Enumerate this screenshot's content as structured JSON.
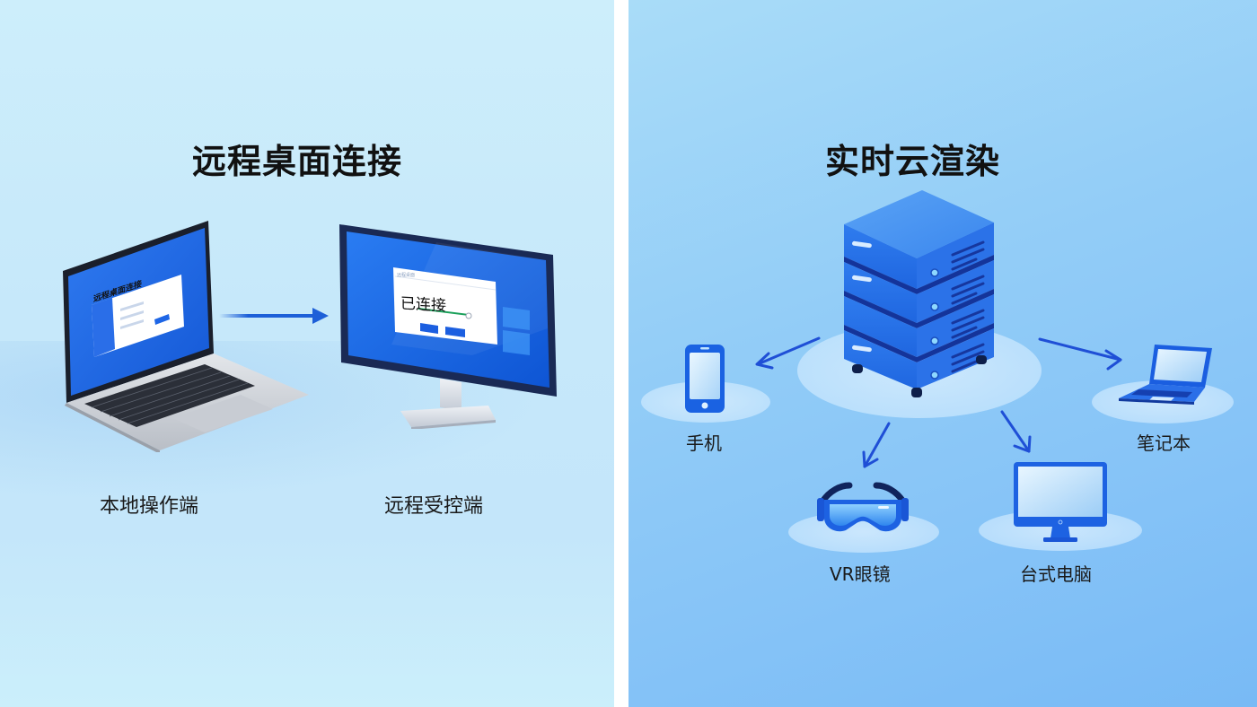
{
  "left_panel": {
    "title": "远程桌面连接",
    "local_label": "本地操作端",
    "remote_label": "远程受控端",
    "laptop_screen": {
      "dialog_title": "远程桌面连接",
      "note": "stylized dialog with illegible form fields and a blue connect button"
    },
    "monitor_screen": {
      "dialog_status": "已连接",
      "progress_color": "#1aa05a",
      "note": "dialog with green progress slider and two blue buttons"
    },
    "arrow_color": "#1d5fd8"
  },
  "right_panel": {
    "title": "实时云渲染",
    "center_icon": "server-stack-icon",
    "devices": [
      {
        "id": "phone",
        "label": "手机",
        "icon": "smartphone-icon"
      },
      {
        "id": "vr",
        "label": "VR眼镜",
        "icon": "vr-headset-icon"
      },
      {
        "id": "desktop",
        "label": "台式电脑",
        "icon": "desktop-monitor-icon"
      },
      {
        "id": "laptop",
        "label": "笔记本",
        "icon": "laptop-icon"
      }
    ],
    "arrow_color": "#1f4fd6"
  },
  "colors": {
    "left_bg": "#c6e8fa",
    "right_bg": "#8ac6f7",
    "accent_blue": "#1a6fe8",
    "dark_blue": "#1436a8",
    "divider": "#ffffff"
  }
}
